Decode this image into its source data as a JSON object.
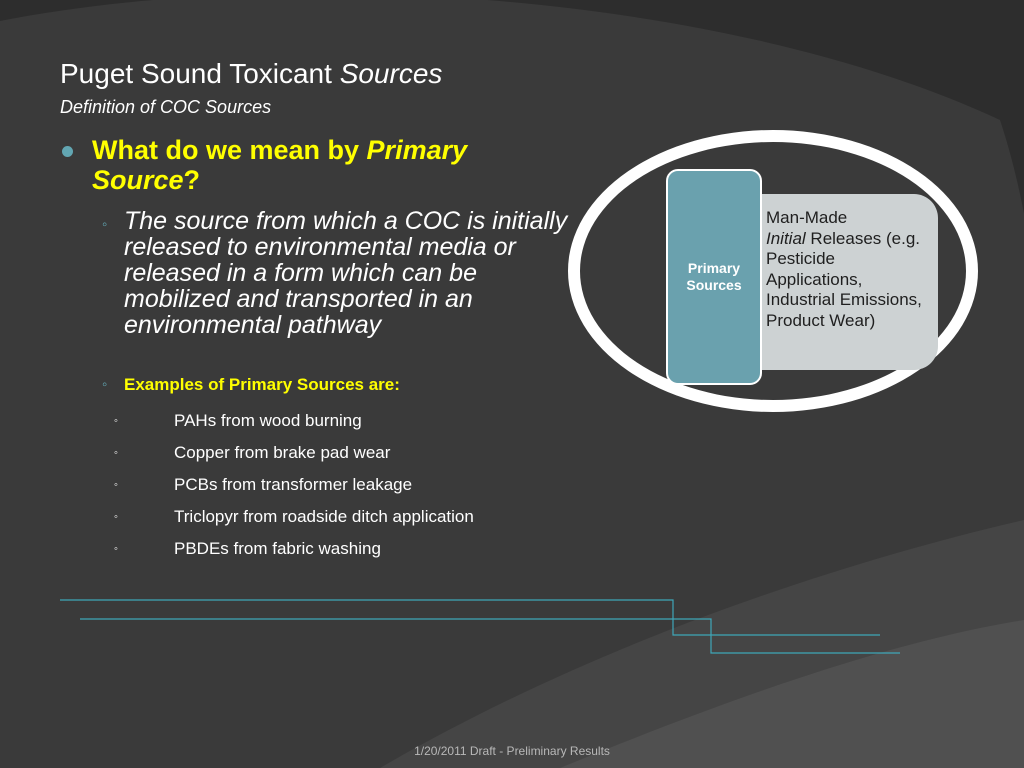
{
  "slide": {
    "title_main": "Puget Sound Toxicant ",
    "title_italic": "Sources",
    "subtitle": "Definition of COC Sources",
    "question_main": "What do we mean by ",
    "question_italic_1": "Primary",
    "question_italic_2": "Source",
    "question_end": "?",
    "definition": "The source from which a COC is initially released to environmental media or released in a form which can be mobilized and transported in an environmental pathway",
    "examples_heading": "Examples of Primary Sources are:",
    "examples": [
      "PAHs from wood burning",
      "Copper from brake pad wear",
      "PCBs from transformer leakage",
      "Triclopyr from roadside ditch application",
      "PBDEs from fabric washing"
    ],
    "diagram": {
      "label_line1": "Primary",
      "label_line2": "Sources",
      "bullet": "•",
      "detail_part1": "Man-Made",
      "detail_italic": "Initial",
      "detail_part2": " Releases (e.g. Pesticide Applications, Industrial Emissions, Product Wear)"
    },
    "footer": "1/20/2011 Draft - Preliminary Results"
  },
  "colors": {
    "background": "#2b2b2b",
    "accent_teal": "#62a6b2",
    "highlight_yellow": "#ffff00",
    "box_grey": "#cdd2d3",
    "box_teal": "#6aa1ae"
  }
}
